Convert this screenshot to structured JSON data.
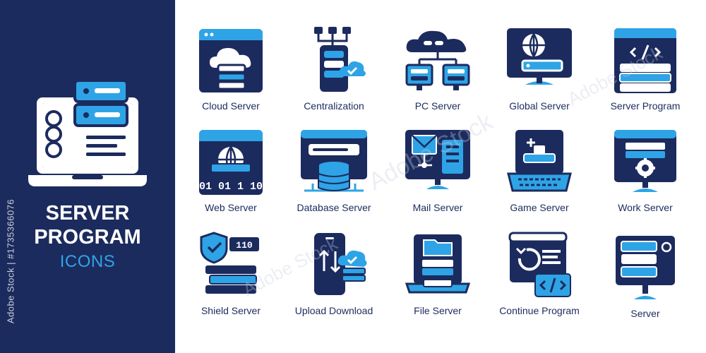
{
  "colors": {
    "navy": "#1c2b5e",
    "blue": "#2ea4e6",
    "white": "#ffffff"
  },
  "title": {
    "line1": "SERVER",
    "line2": "PROGRAM",
    "line3": "ICONS"
  },
  "side_text": "Adobe Stock | #1735366076",
  "watermark": "Adobe Stock",
  "icons": [
    {
      "label": "Cloud Server",
      "icon": "cloud-server-icon"
    },
    {
      "label": "Centralization",
      "icon": "centralization-icon"
    },
    {
      "label": "PC Server",
      "icon": "pc-server-icon"
    },
    {
      "label": "Global Server",
      "icon": "global-server-icon"
    },
    {
      "label": "Server Program",
      "icon": "server-program-icon"
    },
    {
      "label": "Web Server",
      "icon": "web-server-icon"
    },
    {
      "label": "Database Server",
      "icon": "database-server-icon"
    },
    {
      "label": "Mail Server",
      "icon": "mail-server-icon"
    },
    {
      "label": "Game Server",
      "icon": "game-server-icon"
    },
    {
      "label": "Work Server",
      "icon": "work-server-icon"
    },
    {
      "label": "Shield Server",
      "icon": "shield-server-icon"
    },
    {
      "label": "Upload Download",
      "icon": "upload-download-icon"
    },
    {
      "label": "File Server",
      "icon": "file-server-icon"
    },
    {
      "label": "Continue Program",
      "icon": "continue-program-icon"
    },
    {
      "label": "Server",
      "icon": "server-icon"
    }
  ]
}
